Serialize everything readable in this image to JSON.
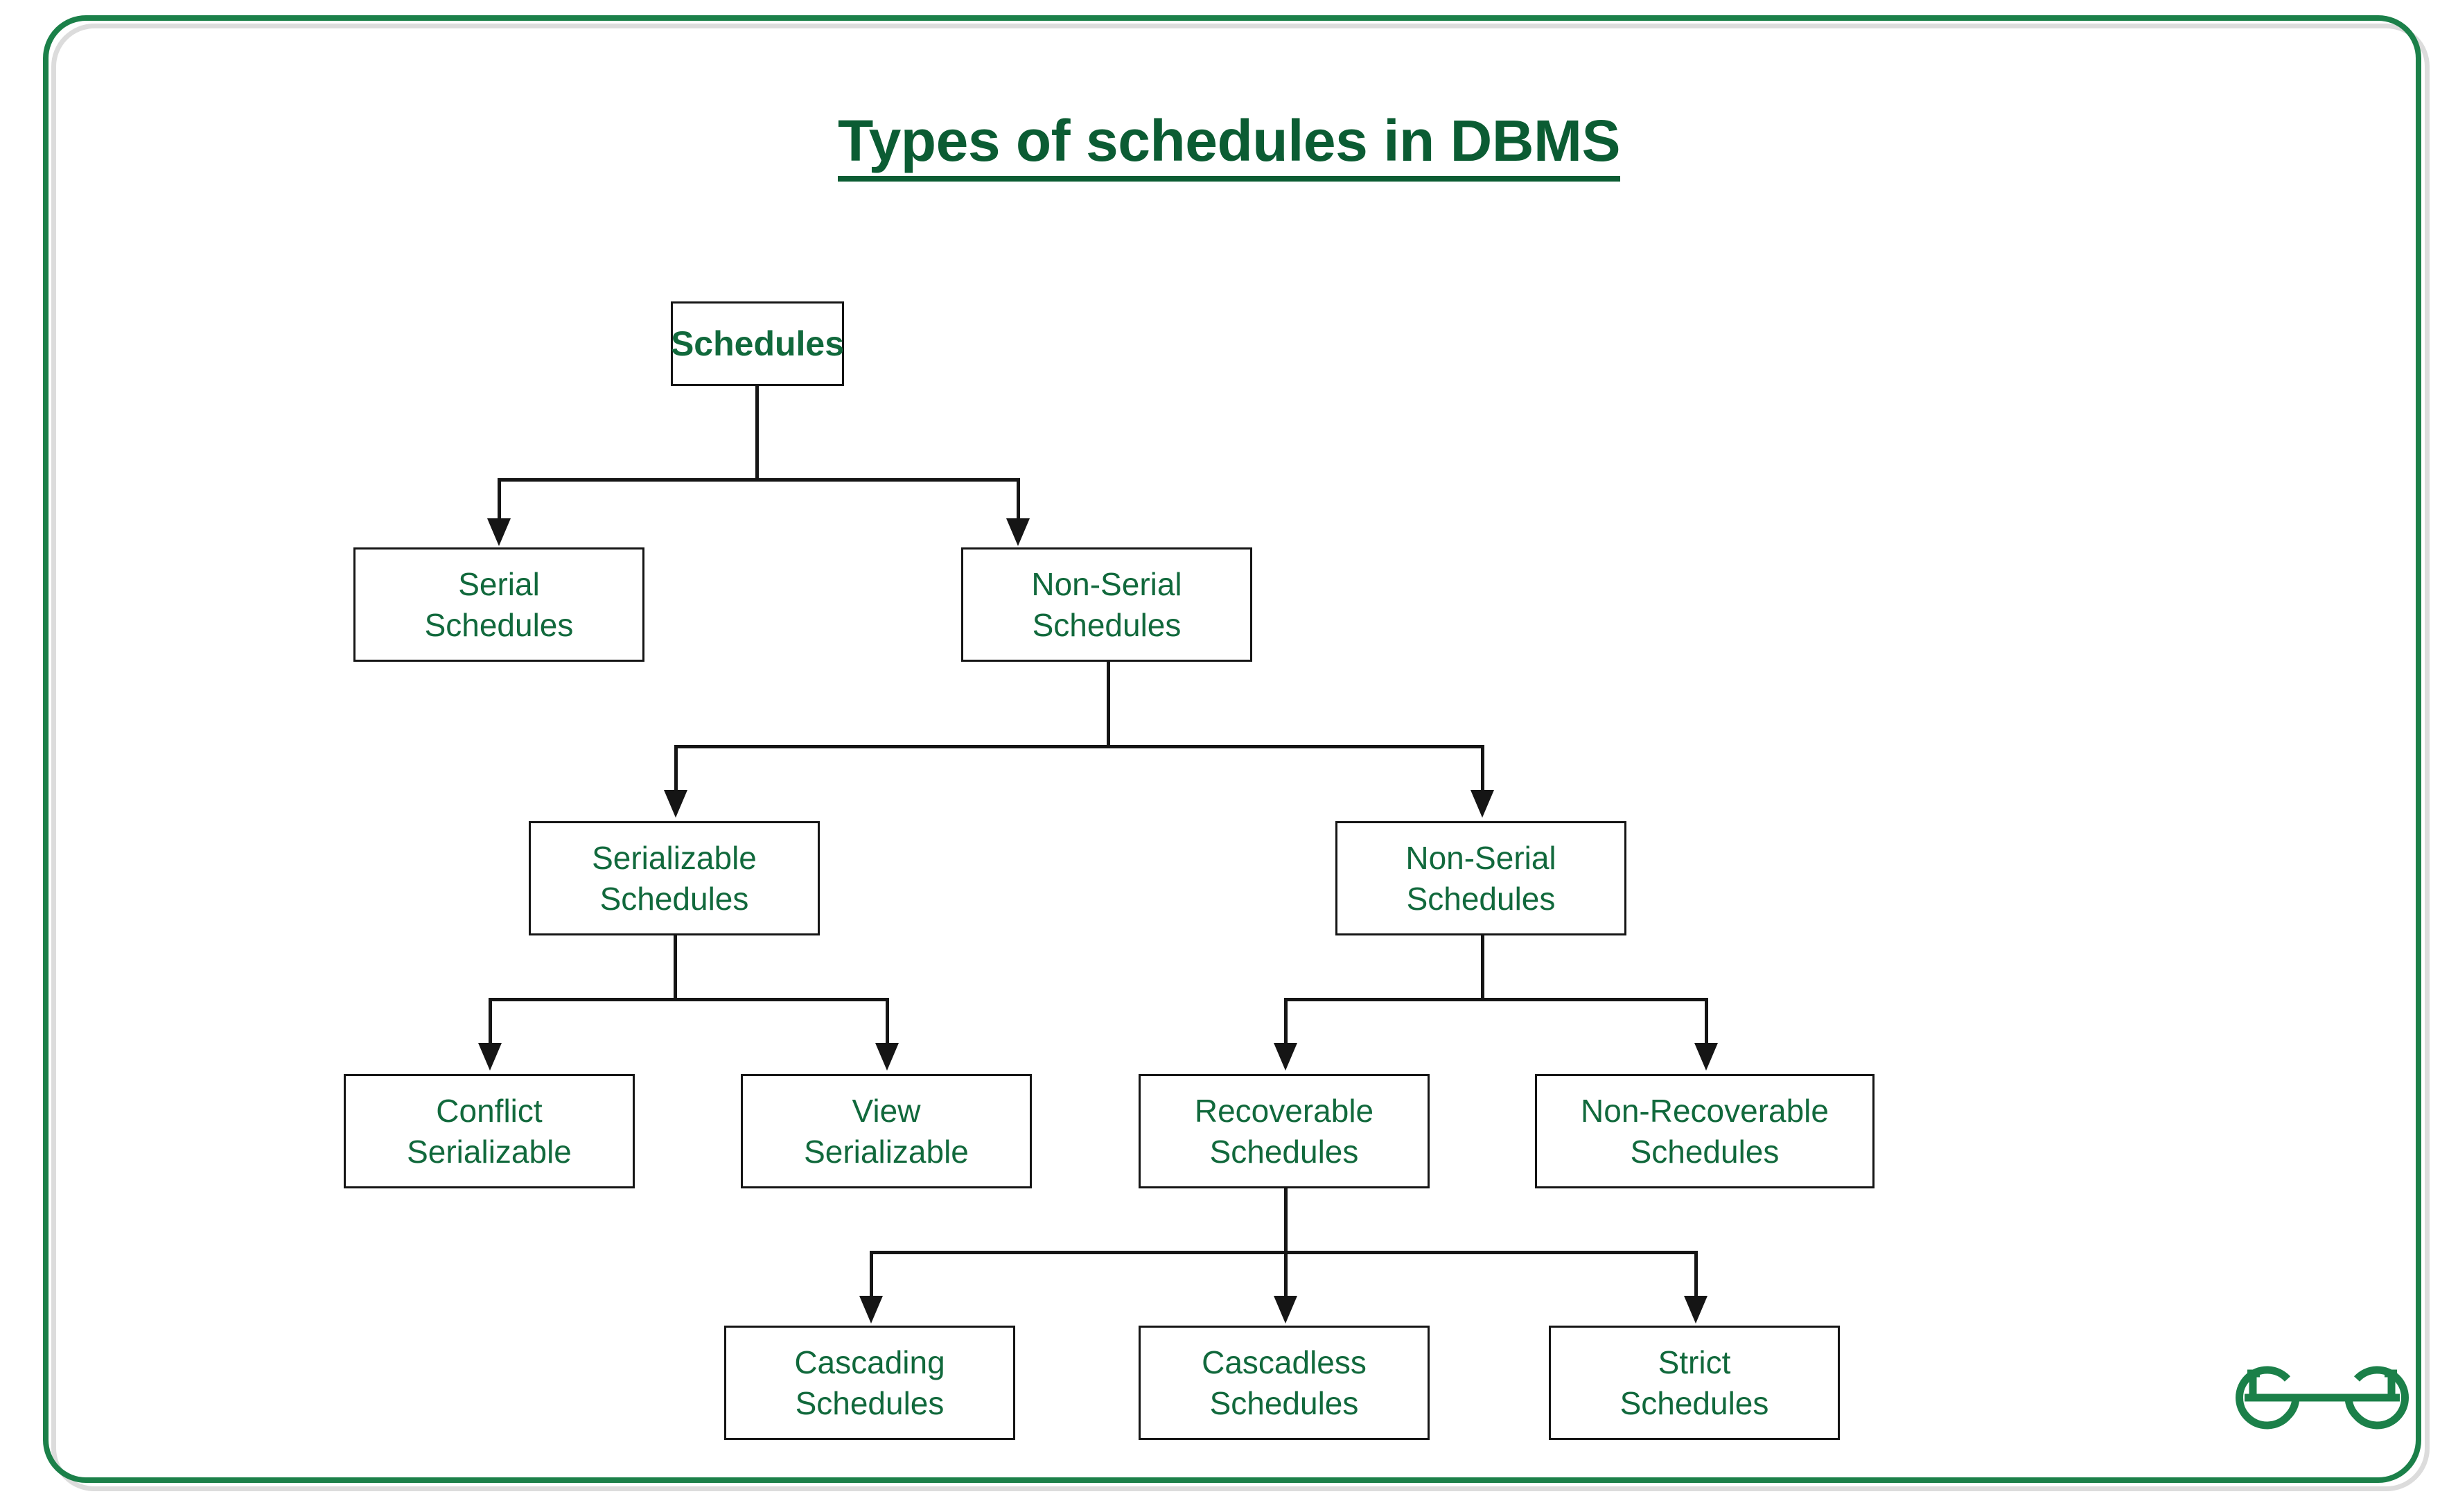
{
  "page": {
    "title": "Types of schedules in DBMS",
    "accent_green": "#0b5c33",
    "node_text_green": "#11693c",
    "frame_green": "#1b8049",
    "frame_shadow_gray": "#dcdcdc",
    "connector_black": "#151515",
    "background": "#ffffff"
  },
  "diagram": {
    "type": "tree",
    "root": "schedules",
    "nodes": [
      {
        "id": "schedules",
        "label": "Schedules",
        "level": 1,
        "bold": true
      },
      {
        "id": "serial",
        "label": "Serial\nSchedules",
        "level": 2,
        "bold": false
      },
      {
        "id": "non-serial",
        "label": "Non-Serial\nSchedules",
        "level": 2,
        "bold": false
      },
      {
        "id": "serializable",
        "label": "Serializable\nSchedules",
        "level": 3,
        "bold": false
      },
      {
        "id": "non-serial-2",
        "label": "Non-Serial\nSchedules",
        "level": 3,
        "bold": false
      },
      {
        "id": "conflict",
        "label": "Conflict\nSerializable",
        "level": 4,
        "bold": false
      },
      {
        "id": "view",
        "label": "View\nSerializable",
        "level": 4,
        "bold": false
      },
      {
        "id": "recoverable",
        "label": "Recoverable\nSchedules",
        "level": 4,
        "bold": false
      },
      {
        "id": "non-recoverable",
        "label": "Non-Recoverable\nSchedules",
        "level": 4,
        "bold": false
      },
      {
        "id": "cascading",
        "label": "Cascading\nSchedules",
        "level": 5,
        "bold": false
      },
      {
        "id": "cascadless",
        "label": "Cascadless\nSchedules",
        "level": 5,
        "bold": false
      },
      {
        "id": "strict",
        "label": "Strict\nSchedules",
        "level": 5,
        "bold": false
      }
    ],
    "edges": [
      {
        "from": "schedules",
        "to": "serial"
      },
      {
        "from": "schedules",
        "to": "non-serial"
      },
      {
        "from": "non-serial",
        "to": "serializable"
      },
      {
        "from": "non-serial",
        "to": "non-serial-2"
      },
      {
        "from": "serializable",
        "to": "conflict"
      },
      {
        "from": "serializable",
        "to": "view"
      },
      {
        "from": "non-serial-2",
        "to": "recoverable"
      },
      {
        "from": "non-serial-2",
        "to": "non-recoverable"
      },
      {
        "from": "recoverable",
        "to": "cascading"
      },
      {
        "from": "recoverable",
        "to": "cascadless"
      },
      {
        "from": "recoverable",
        "to": "strict"
      }
    ]
  },
  "branding": {
    "logo_name": "geeksforgeeks-logo",
    "logo_color": "#1b8049"
  }
}
